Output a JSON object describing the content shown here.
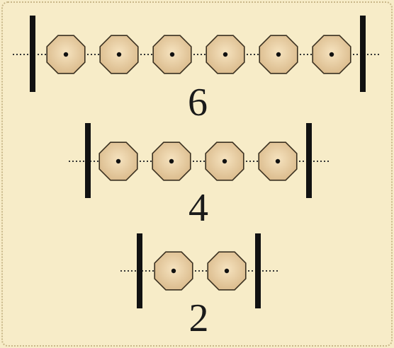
{
  "colors": {
    "background": "#f7ecc8",
    "border": "#c9b88a",
    "bead_fill_center": "#f6e3bf",
    "bead_fill_edge": "#d9b98a",
    "bead_stroke": "#3a3020",
    "rod": "#333333",
    "end_bar": "#111111",
    "dot": "#111111"
  },
  "rows": [
    {
      "bead_count": 6,
      "label": "6"
    },
    {
      "bead_count": 4,
      "label": "4"
    },
    {
      "bead_count": 2,
      "label": "2"
    }
  ]
}
